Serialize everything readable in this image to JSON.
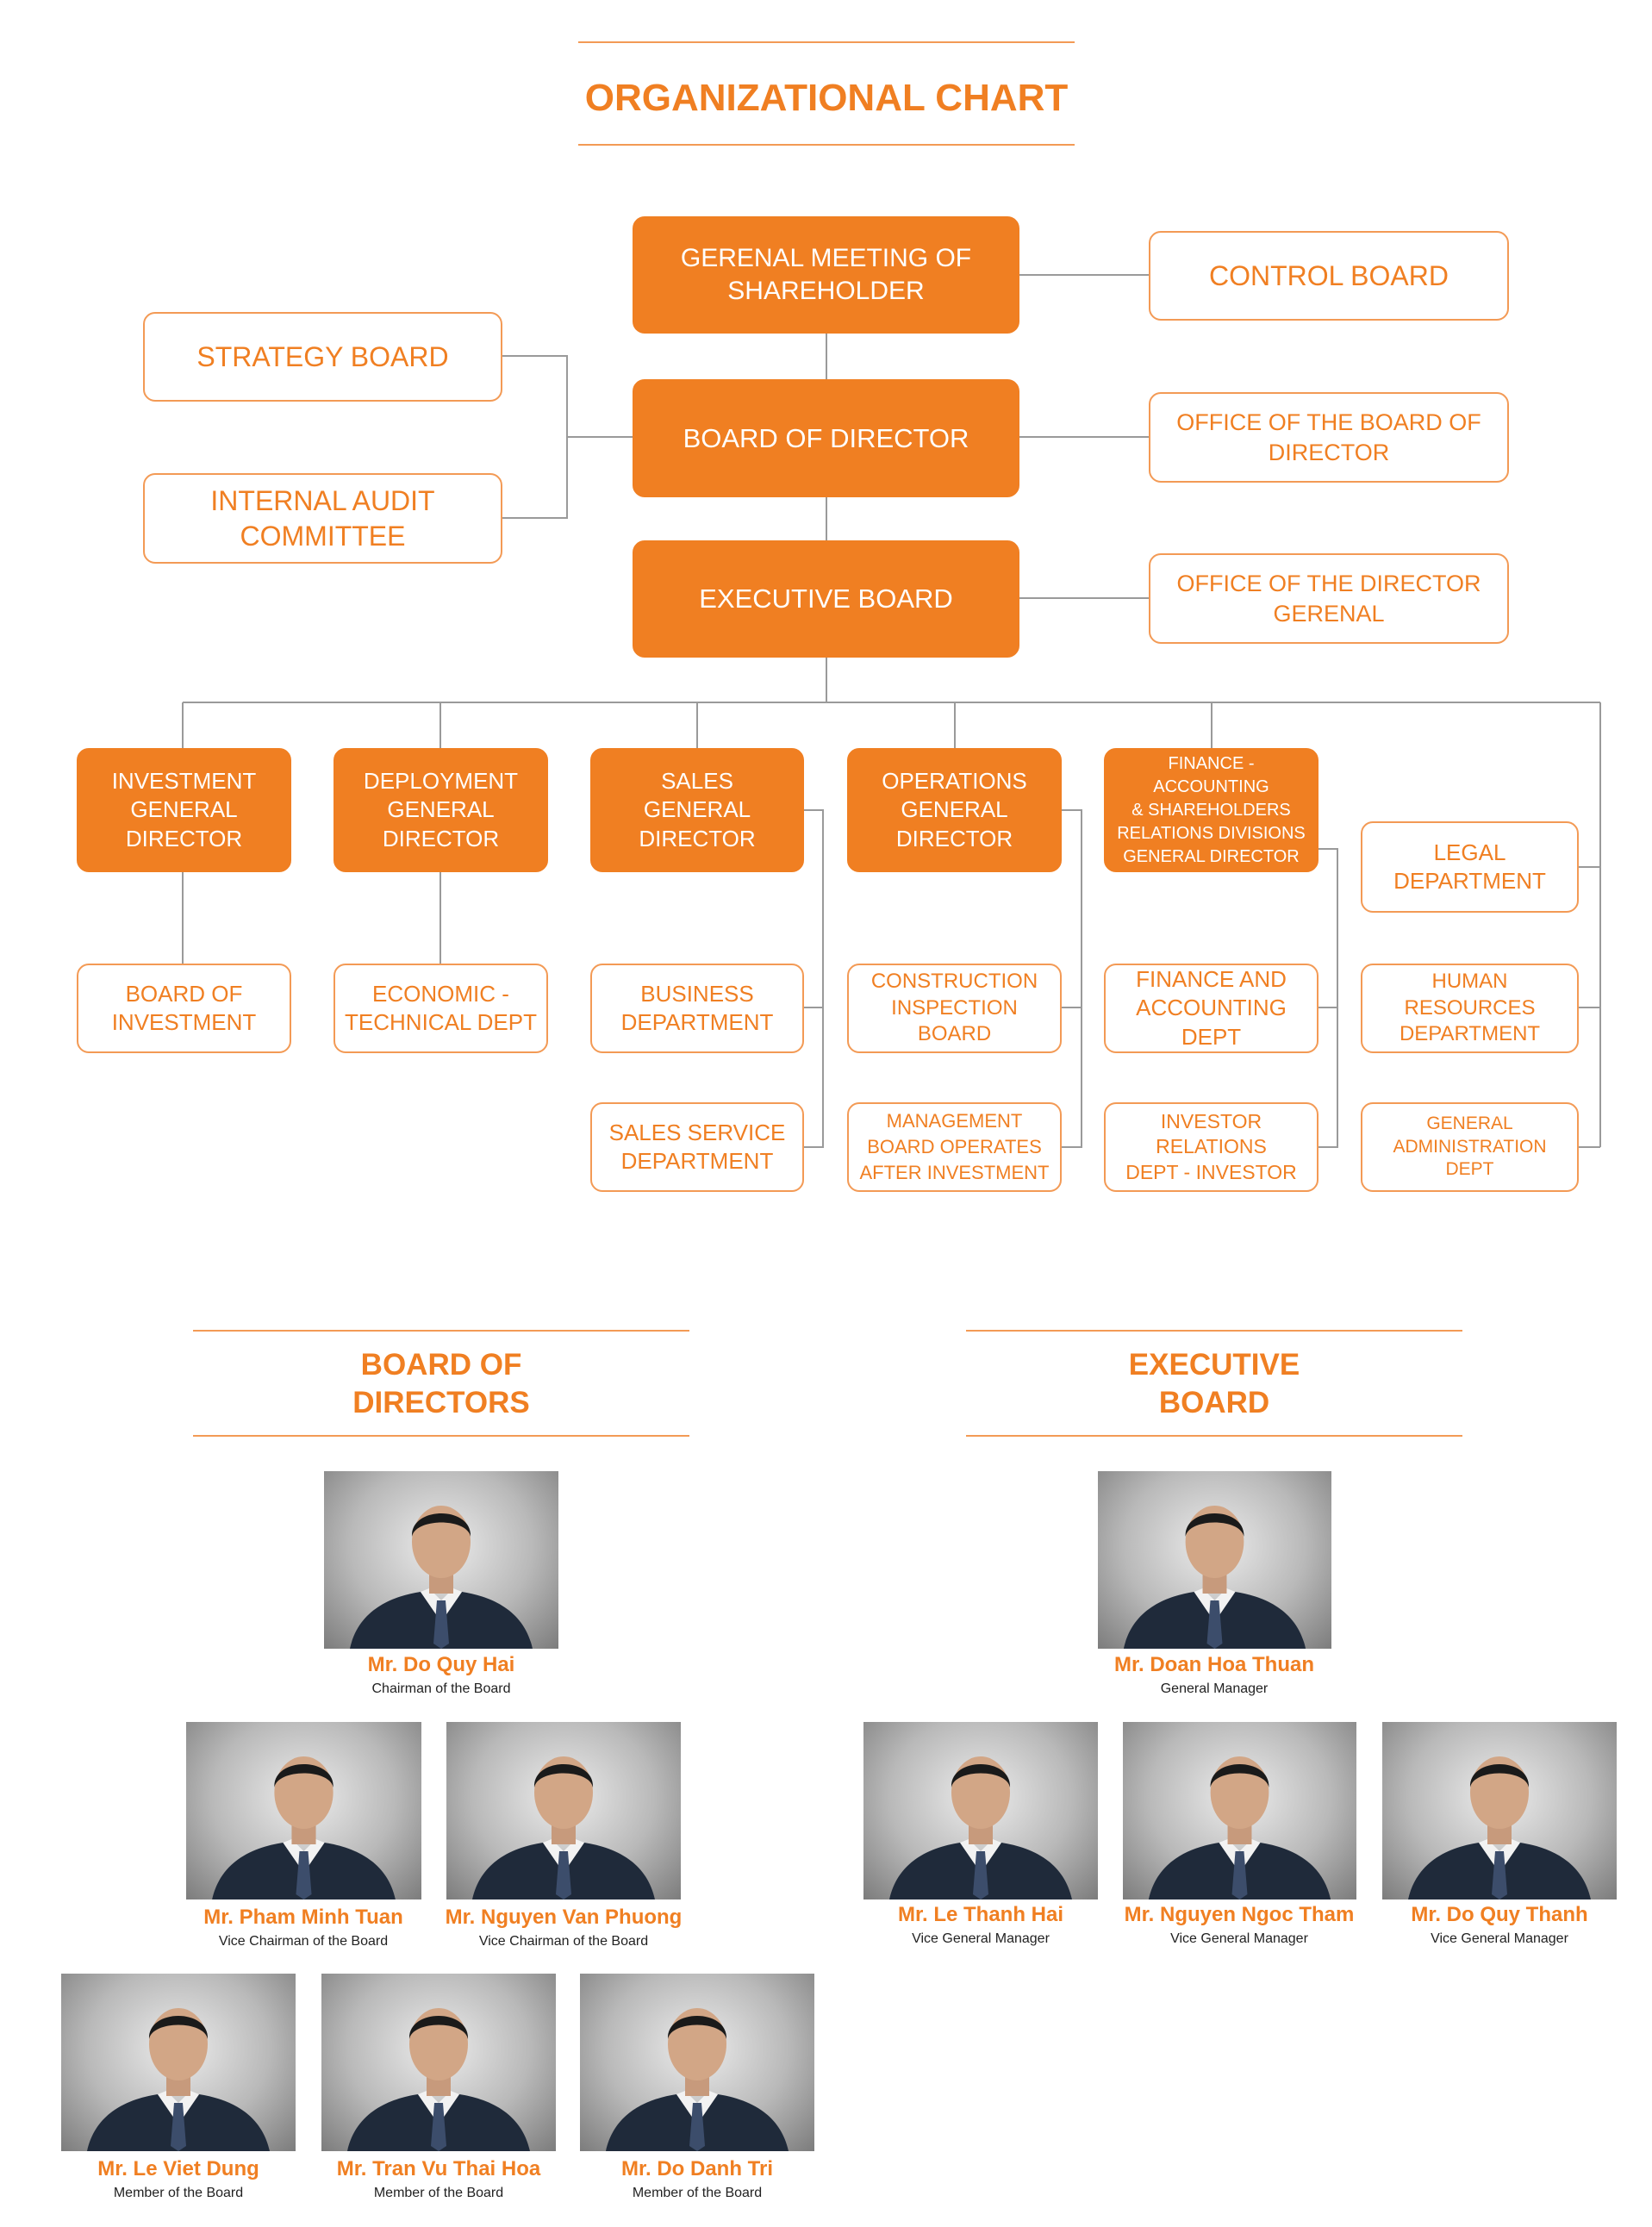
{
  "chart": {
    "title": "ORGANIZATIONAL CHART",
    "nodes": {
      "general_meeting": "GERENAL MEETING OF\nSHAREHOLDER",
      "control_board": "CONTROL BOARD",
      "strategy_board": "STRATEGY BOARD",
      "board_of_director": "BOARD OF DIRECTOR",
      "office_board": "OFFICE OF THE BOARD OF DIRECTOR",
      "internal_audit": "INTERNAL AUDIT COMMITTEE",
      "executive_board": "EXECUTIVE BOARD",
      "office_director": "OFFICE OF THE DIRECTOR GERENAL",
      "investment_gd": "INVESTMENT\nGENERAL\nDIRECTOR",
      "deployment_gd": "DEPLOYMENT\nGENERAL\nDIRECTOR",
      "sales_gd": "SALES\nGENERAL\nDIRECTOR",
      "operations_gd": "OPERATIONS\nGENERAL\nDIRECTOR",
      "finance_gd": "FINANCE - ACCOUNTING\n& SHAREHOLDERS\nRELATIONS DIVISIONS\nGENERAL DIRECTOR",
      "legal_dept": "LEGAL\nDEPARTMENT",
      "board_investment": "BOARD OF\nINVESTMENT",
      "economic_dept": "ECONOMIC -\nTECHNICAL DEPT",
      "business_dept": "BUSINESS\nDEPARTMENT",
      "construction_board": "CONSTRUCTION\nINSPECTION BOARD",
      "finance_dept": "FINANCE AND\nACCOUNTING DEPT",
      "hr_dept": "HUMAN RESOURCES\nDEPARTMENT",
      "sales_service_dept": "SALES SERVICE\nDEPARTMENT",
      "management_board": "MANAGEMENT\nBOARD OPERATES\nAFTER INVESTMENT",
      "investor_relations": "INVESTOR RELATIONS\nDEPT - INVESTOR",
      "general_admin": "GENERAL\nADMINISTRATION DEPT"
    }
  },
  "board_of_directors": {
    "heading": "BOARD OF\nDIRECTORS",
    "people": [
      {
        "name": "Mr. Do Quy Hai",
        "role": "Chairman of the Board"
      },
      {
        "name": "Mr. Pham Minh Tuan",
        "role": "Vice Chairman of the Board"
      },
      {
        "name": "Mr. Nguyen Van Phuong",
        "role": "Vice Chairman of the Board"
      },
      {
        "name": "Mr. Le Viet Dung",
        "role": "Member of the Board"
      },
      {
        "name": "Mr. Tran Vu Thai Hoa",
        "role": "Member of the Board"
      },
      {
        "name": "Mr. Do Danh Tri",
        "role": "Member of the Board"
      }
    ]
  },
  "executive_board": {
    "heading": "EXECUTIVE\nBOARD",
    "people": [
      {
        "name": "Mr. Doan Hoa Thuan",
        "role": "General Manager"
      },
      {
        "name": "Mr. Le Thanh Hai",
        "role": "Vice General Manager"
      },
      {
        "name": "Mr. Nguyen Ngoc Tham",
        "role": "Vice General Manager"
      },
      {
        "name": "Mr. Do Quy Thanh",
        "role": "Vice General Manager"
      }
    ]
  },
  "colors": {
    "accent": "#f07f22",
    "outline": "#f39a55",
    "connector": "#9a9a9a"
  }
}
